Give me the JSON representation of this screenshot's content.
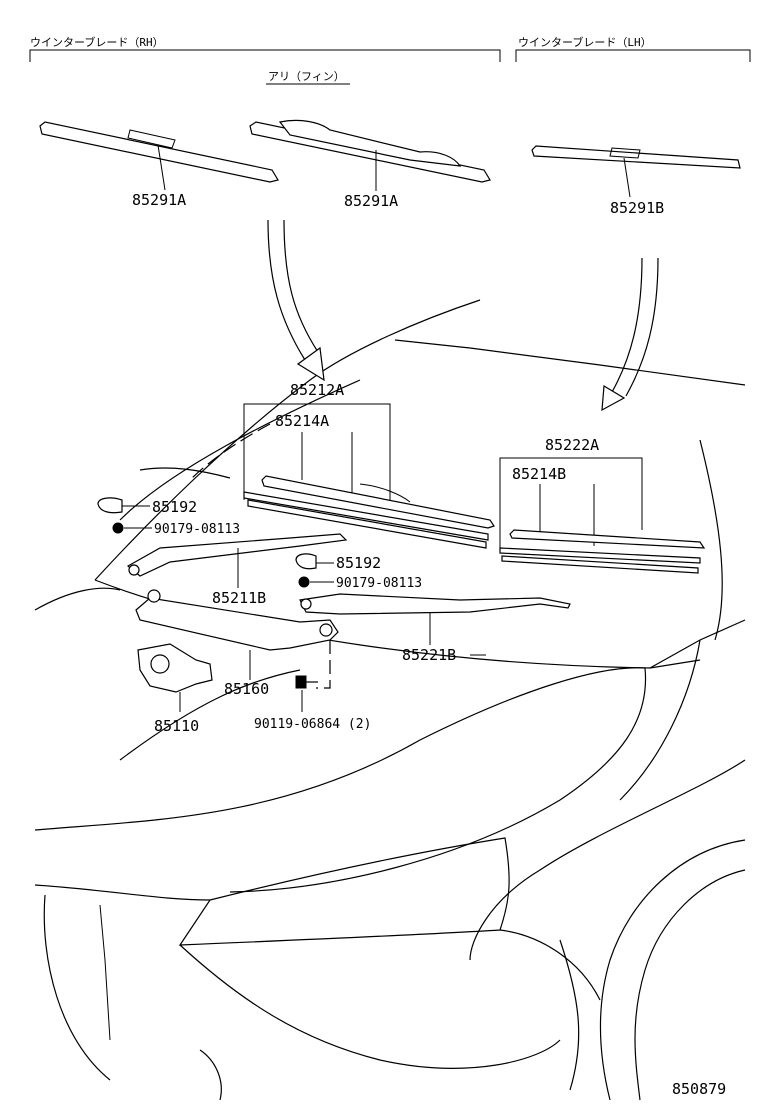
{
  "headers": {
    "rh": "ウインターブレード（RH）",
    "lh": "ウインターブレード（LH）",
    "with_fin": "アリ（フィン）"
  },
  "parts": {
    "blade_rh_1": "85291A",
    "blade_rh_2": "85291A",
    "blade_lh": "85291B",
    "blade_assy_rh": "85212A",
    "rubber_rh": "85214A",
    "blade_assy_lh": "85222A",
    "rubber_lh": "85214B",
    "cap_1": "85192",
    "nut_1": "90179-08113",
    "cap_2": "85192",
    "nut_2": "90179-08113",
    "arm_rh": "85211B",
    "arm_lh": "85221B",
    "link": "85160",
    "motor": "85110",
    "bolt": "90119-06864 (2)"
  },
  "figure_id": "850879"
}
